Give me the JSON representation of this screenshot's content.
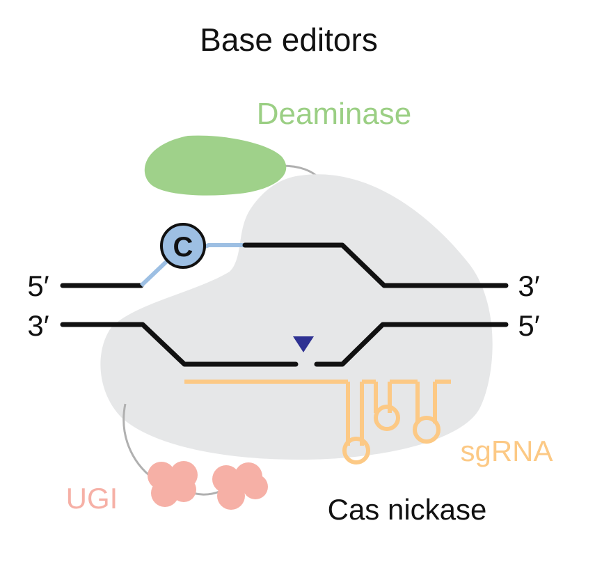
{
  "title": "Base editors",
  "labels": {
    "deaminase": "Deaminase",
    "cas_nickase": "Cas nickase",
    "sgrna": "sgRNA",
    "ugi": "UGI",
    "base_c": "C",
    "top_left_end": "5′",
    "top_right_end": "3′",
    "bottom_left_end": "3′",
    "bottom_right_end": "5′"
  },
  "colors": {
    "deaminase": "#9fd18a",
    "deaminase_text": "#9bcf84",
    "cas_nickase_body": "#e6e7e8",
    "dna_strand": "#111111",
    "edited_region": "#9dbfe3",
    "nick_marker": "#2e3192",
    "sgrna": "#fcc985",
    "ugi": "#f6b0a6",
    "linker": "#b0b0b0",
    "text": "#111111"
  },
  "icons": {
    "nick_marker": "triangle-down"
  }
}
